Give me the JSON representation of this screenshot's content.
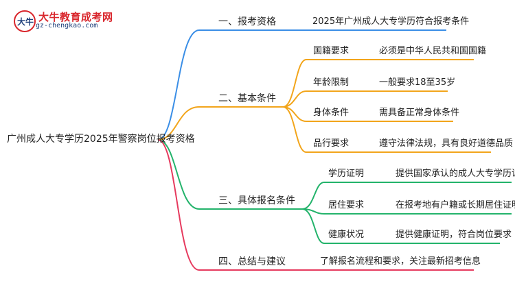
{
  "logo": {
    "name": "大牛教育成考网",
    "url": "gz-chengkao.com",
    "mark_text": "大牛",
    "accent_color": "#d9262c"
  },
  "root": "广州成人大专学历2025年警察岗位报考资格",
  "branches": [
    {
      "label": "一、报考资格",
      "color": "#3a8ee6",
      "note": "2025年广州成人大专学历符合报考条件"
    },
    {
      "label": "二、基本条件",
      "color": "#f2a51b",
      "items": [
        {
          "k": "国籍要求",
          "v": "必须是中华人民共和国国籍"
        },
        {
          "k": "年龄限制",
          "v": "一般要求18至35岁"
        },
        {
          "k": "身体条件",
          "v": "需具备正常身体条件"
        },
        {
          "k": "品行要求",
          "v": "遵守法律法规，具有良好道德品质"
        }
      ]
    },
    {
      "label": "三、具体报名条件",
      "color": "#23b36b",
      "items": [
        {
          "k": "学历证明",
          "v": "提供国家承认的成人大专学历证书"
        },
        {
          "k": "居住要求",
          "v": "在报考地有户籍或长期居住证明"
        },
        {
          "k": "健康状况",
          "v": "提供健康证明，符合岗位要求"
        }
      ]
    },
    {
      "label": "四、总结与建议",
      "color": "#e63a5e",
      "note": "了解报名流程和要求，关注最新招考信息"
    }
  ]
}
